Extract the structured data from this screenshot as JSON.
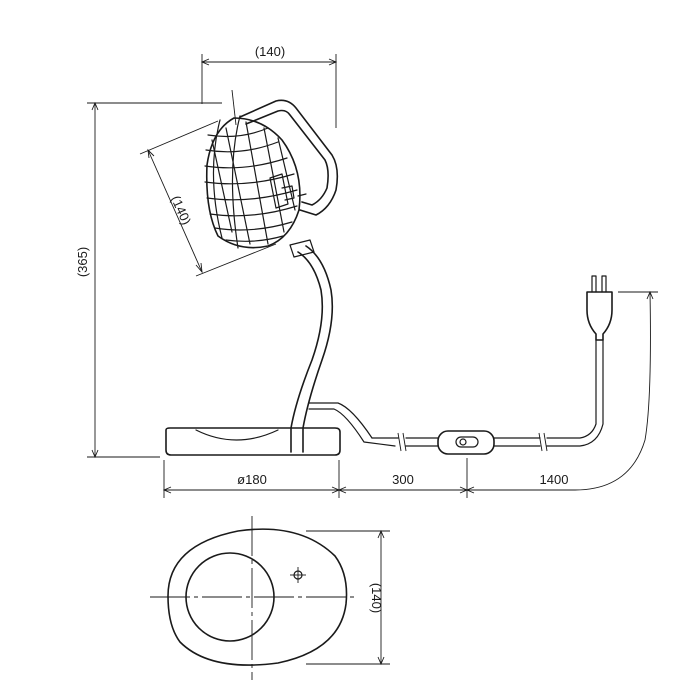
{
  "dimensions": {
    "shade_width": "(140)",
    "shade_depth": "(140)",
    "total_height": "(365)",
    "base_diameter": "ø180",
    "cord_to_switch": "300",
    "switch_to_plug": "1400",
    "base_depth": "(140)"
  },
  "colors": {
    "line": "#1a1a1a",
    "background": "#ffffff"
  }
}
